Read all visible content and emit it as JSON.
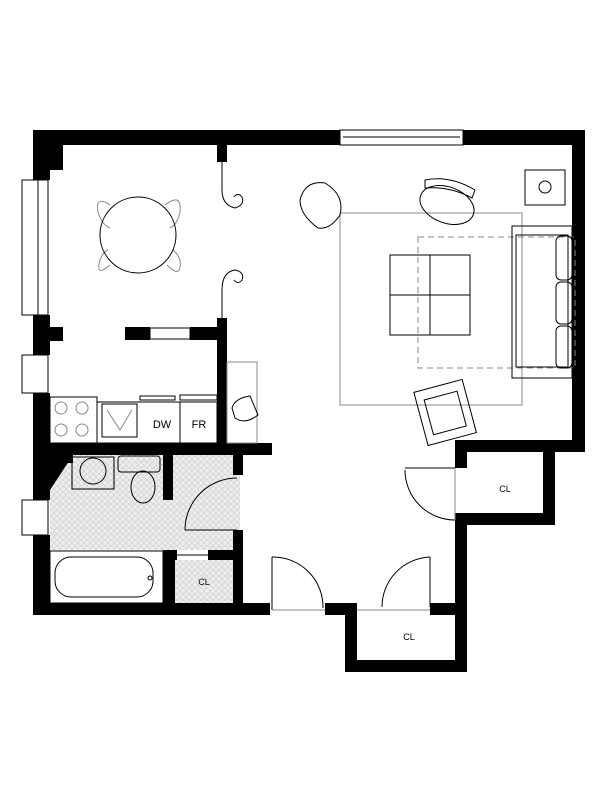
{
  "floor_plan": {
    "labels": {
      "dishwasher": "DW",
      "fridge": "FR",
      "closet_right": "CL",
      "closet_bath": "CL",
      "closet_entry": "CL"
    },
    "colors": {
      "wall": "#000000",
      "tile": "#e6e6e6",
      "line": "#000000"
    }
  }
}
